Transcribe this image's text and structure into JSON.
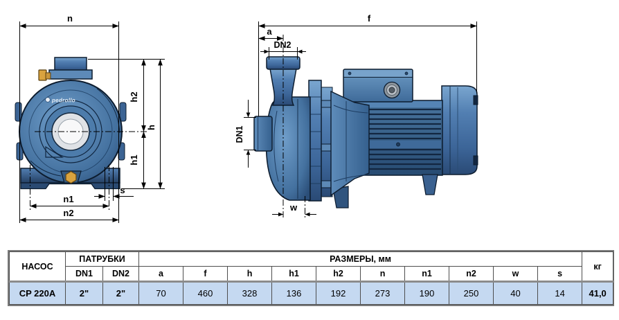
{
  "drawing": {
    "front_view": {
      "dims": {
        "n": "n",
        "h2": "h2",
        "h": "h",
        "h1": "h1",
        "n1": "n1",
        "n2": "n2",
        "s": "s"
      },
      "logo": "pedrollo"
    },
    "side_view": {
      "dims": {
        "f": "f",
        "a": "a",
        "dn2": "DN2",
        "dn1": "DN1",
        "w": "w"
      }
    },
    "colors": {
      "pump_blue": "#4a7ab0",
      "pump_dark": "#2b4f7e",
      "outline": "#0d1c2e",
      "brass": "#d9a33f",
      "row_highlight": "#c5d9f1",
      "table_border": "#7a7a7a"
    }
  },
  "table": {
    "header": {
      "pump": "НАСОС",
      "ports": "ПАТРУБКИ",
      "dimensions": "РАЗМЕРЫ, мм",
      "weight": "кг",
      "dim_cols": [
        "DN1",
        "DN2",
        "a",
        "f",
        "h",
        "h1",
        "h2",
        "n",
        "n1",
        "n2",
        "w",
        "s"
      ]
    },
    "rows": [
      {
        "pump": "CP 220A",
        "dn1": "2\"",
        "dn2": "2\"",
        "values": [
          "70",
          "460",
          "328",
          "136",
          "192",
          "273",
          "190",
          "250",
          "40",
          "14"
        ],
        "weight": "41,0"
      }
    ]
  }
}
